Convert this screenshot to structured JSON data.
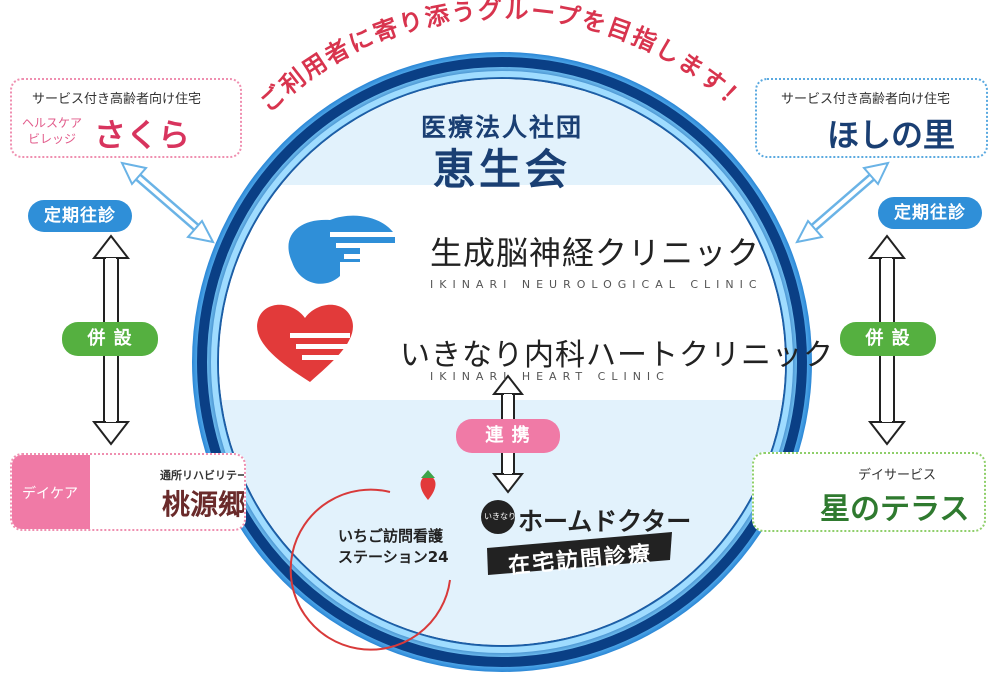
{
  "slogan": "ご利用者に寄り添うグループを目指します！",
  "center": {
    "org_type": "医療法人社団",
    "org_name": "恵生会"
  },
  "clinics": [
    {
      "name": "生成脳神経クリニック",
      "sub": "IKINARI NEUROLOGICAL CLINIC"
    },
    {
      "name": "いきなり内科ハートクリニック",
      "sub": "IKINARI HEART CLINIC"
    }
  ],
  "links": {
    "renkei": "連 携",
    "left_teiki": "定期往診",
    "right_teiki": "定期往診",
    "left_heisetsu": "併 設",
    "right_heisetsu": "併 設"
  },
  "ichigo": {
    "line1": "いちご訪問看護",
    "line2": "ステーション24"
  },
  "homedoctor": {
    "badge": "いきなり",
    "title": "ホームドクター",
    "sub": "在宅訪問診療"
  },
  "sakura": {
    "caption": "サービス付き高齢者向け住宅",
    "sub1": "ヘルスケア",
    "sub2": "ビレッジ",
    "name": "さくら"
  },
  "hoshi": {
    "caption": "サービス付き高齢者向け住宅",
    "name": "ほしの里"
  },
  "tougenkyo": {
    "label": "デイケア",
    "sub": "通所リハビリテーション",
    "name": "桃源郷"
  },
  "terrace": {
    "caption": "デイサービス",
    "name": "星のテラス"
  },
  "colors": {
    "navy": "#1a3f73",
    "blue_pill": "#2f8fd8",
    "green_pill": "#55b040",
    "pink_pill": "#f07aa6",
    "slogan_red": "#d8344e",
    "neuro_blue": "#2f8fd8",
    "heart_red": "#e23a3a"
  }
}
